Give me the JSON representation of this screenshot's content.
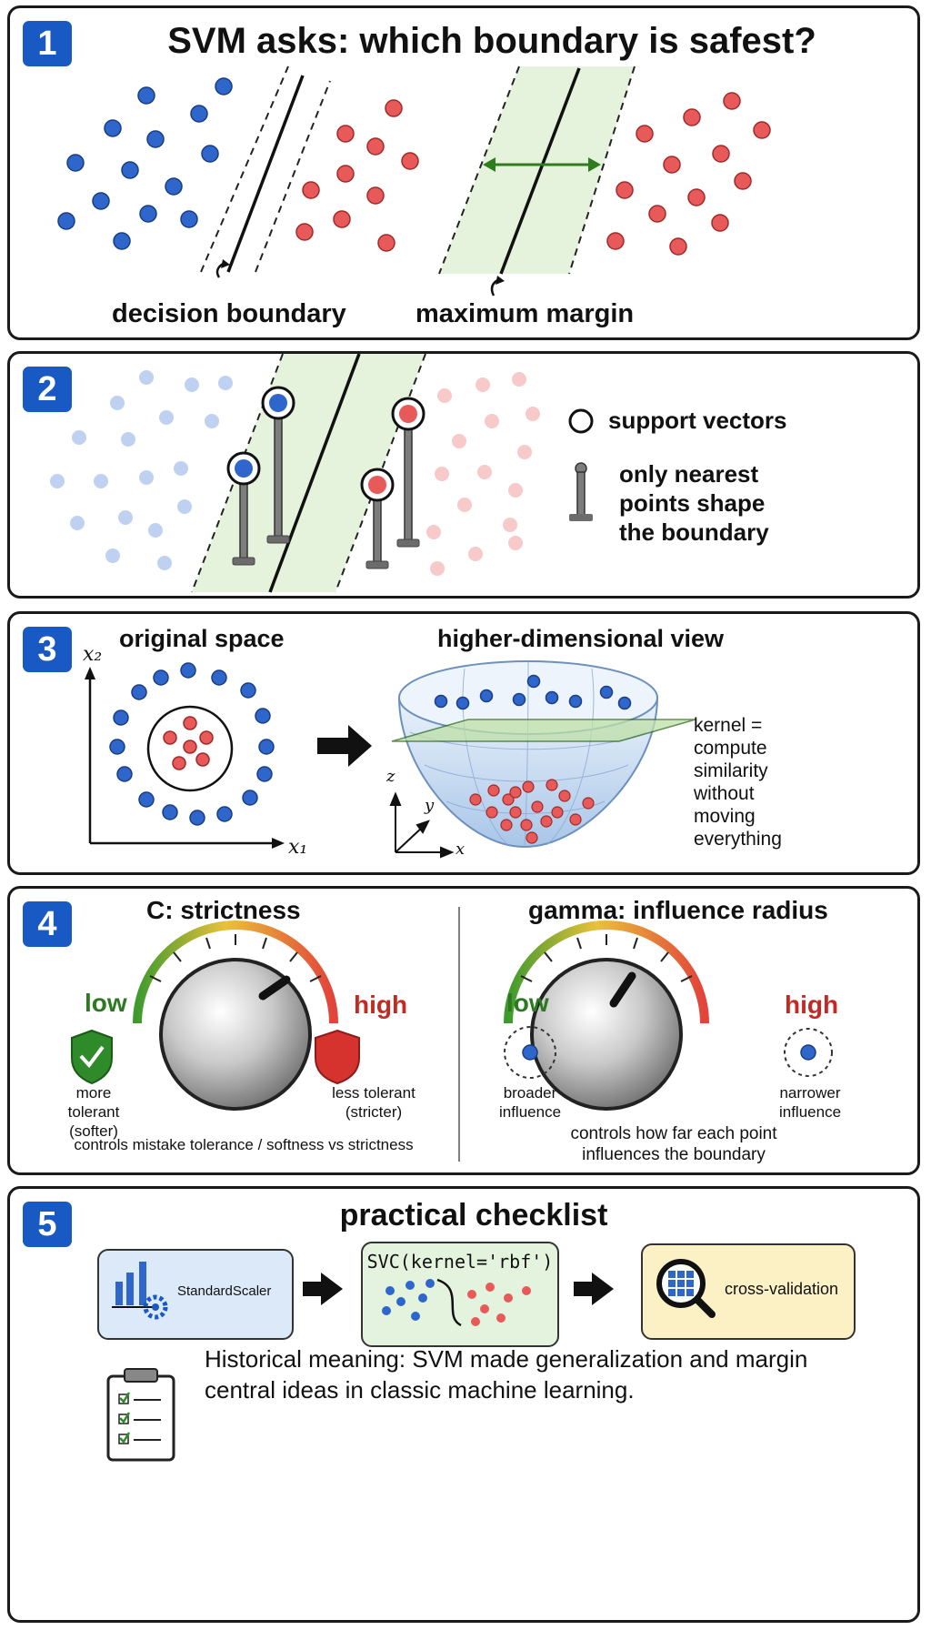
{
  "panels": [
    {
      "number": "1",
      "title": "SVM asks: which boundary is safest?",
      "label_left": "decision boundary",
      "label_right": "maximum margin"
    },
    {
      "number": "2",
      "legend_support": "support vectors",
      "legend_nearest": "only nearest points shape the boundary"
    },
    {
      "number": "3",
      "left_title": "original space",
      "right_title": "higher-dimensional view",
      "axis_x": "x₁",
      "axis_y": "x₂",
      "axis3d_x": "x",
      "axis3d_y": "y",
      "axis3d_z": "z",
      "kernel_note": "kernel = compute similarity without moving everything"
    },
    {
      "number": "4",
      "c_title": "C: strictness",
      "c_low": "low",
      "c_high": "high",
      "c_low_desc": "more tolerant (softer)",
      "c_high_desc": "less tolerant (stricter)",
      "c_caption": "controls mistake tolerance / softness vs strictness",
      "g_title": "gamma: influence radius",
      "g_low": "low",
      "g_high": "high",
      "g_low_desc": "broader influence",
      "g_high_desc": "narrower influence",
      "g_caption": "controls how far each point influences the boundary"
    },
    {
      "number": "5",
      "title": "practical checklist",
      "step1": "StandardScaler",
      "step2": "SVC(kernel='rbf')",
      "step3": "cross-validation",
      "history": "Historical meaning: SVM made generalization and margin central ideas in classic machine learning."
    }
  ],
  "colors": {
    "blue": "#2f66cc",
    "red": "#e85a5a",
    "margin_fill": "#e6f3dc",
    "badge": "#1959c4",
    "arrow_green": "#2e7d1e"
  },
  "icons": [
    "shield-check-icon",
    "shield-icon",
    "bar-chart-gear-icon",
    "magnifier-grid-icon",
    "clipboard-checklist-icon",
    "arrow-right-icon"
  ]
}
